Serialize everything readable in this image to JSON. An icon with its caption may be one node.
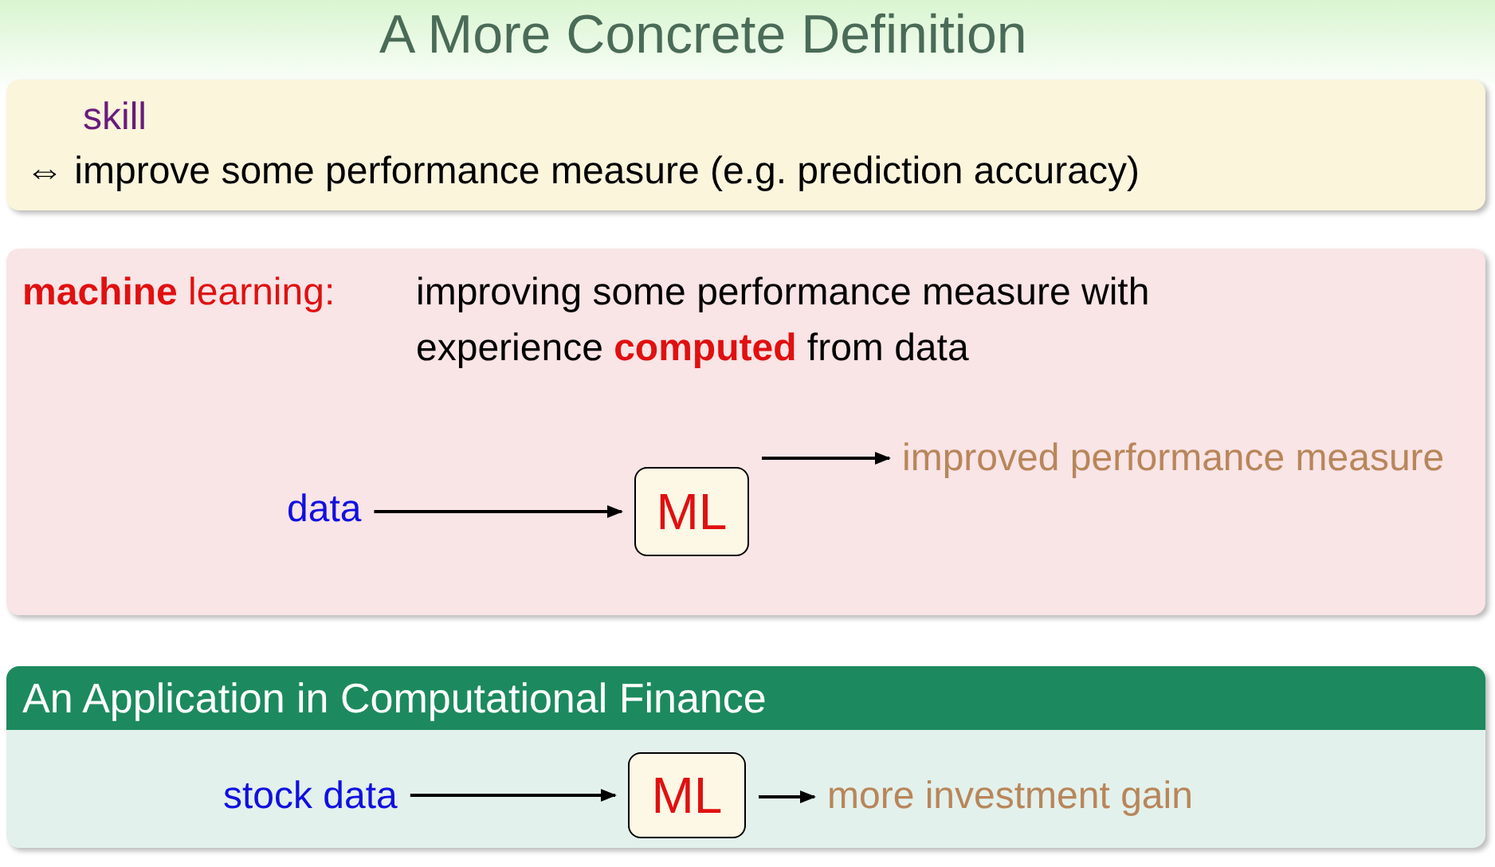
{
  "diagram": {
    "title": "A More Concrete Definition",
    "nodes": [
      {
        "text": [
          "skill",
          "⇔ improve some performance measure (e.g. prediction accuracy)"
        ]
      },
      {
        "text": [
          "**machine** learning:",
          "improving some performance measure with experience **computed** from data"
        ]
      },
      {
        "text": [
          "data"
        ],
        "in": 1
      },
      {
        "text": [
          "ML"
        ],
        "in": 1
      },
      {
        "text": [
          "improved performance measure"
        ],
        "in": 1
      },
      {
        "text": [
          "An Application in Computational Finance"
        ]
      },
      {
        "text": [
          "stock data"
        ],
        "in": 5
      },
      {
        "text": [
          "ML"
        ],
        "in": 5
      },
      {
        "text": [
          "more investment gain"
        ],
        "in": 5
      }
    ],
    "edges": [
      {
        "from": 2,
        "to": 3,
        "arrow": "to"
      },
      {
        "from": 3,
        "to": 4,
        "arrow": "to"
      },
      {
        "from": 6,
        "to": 7,
        "arrow": "to"
      },
      {
        "from": 7,
        "to": 8,
        "arrow": "to"
      }
    ]
  }
}
